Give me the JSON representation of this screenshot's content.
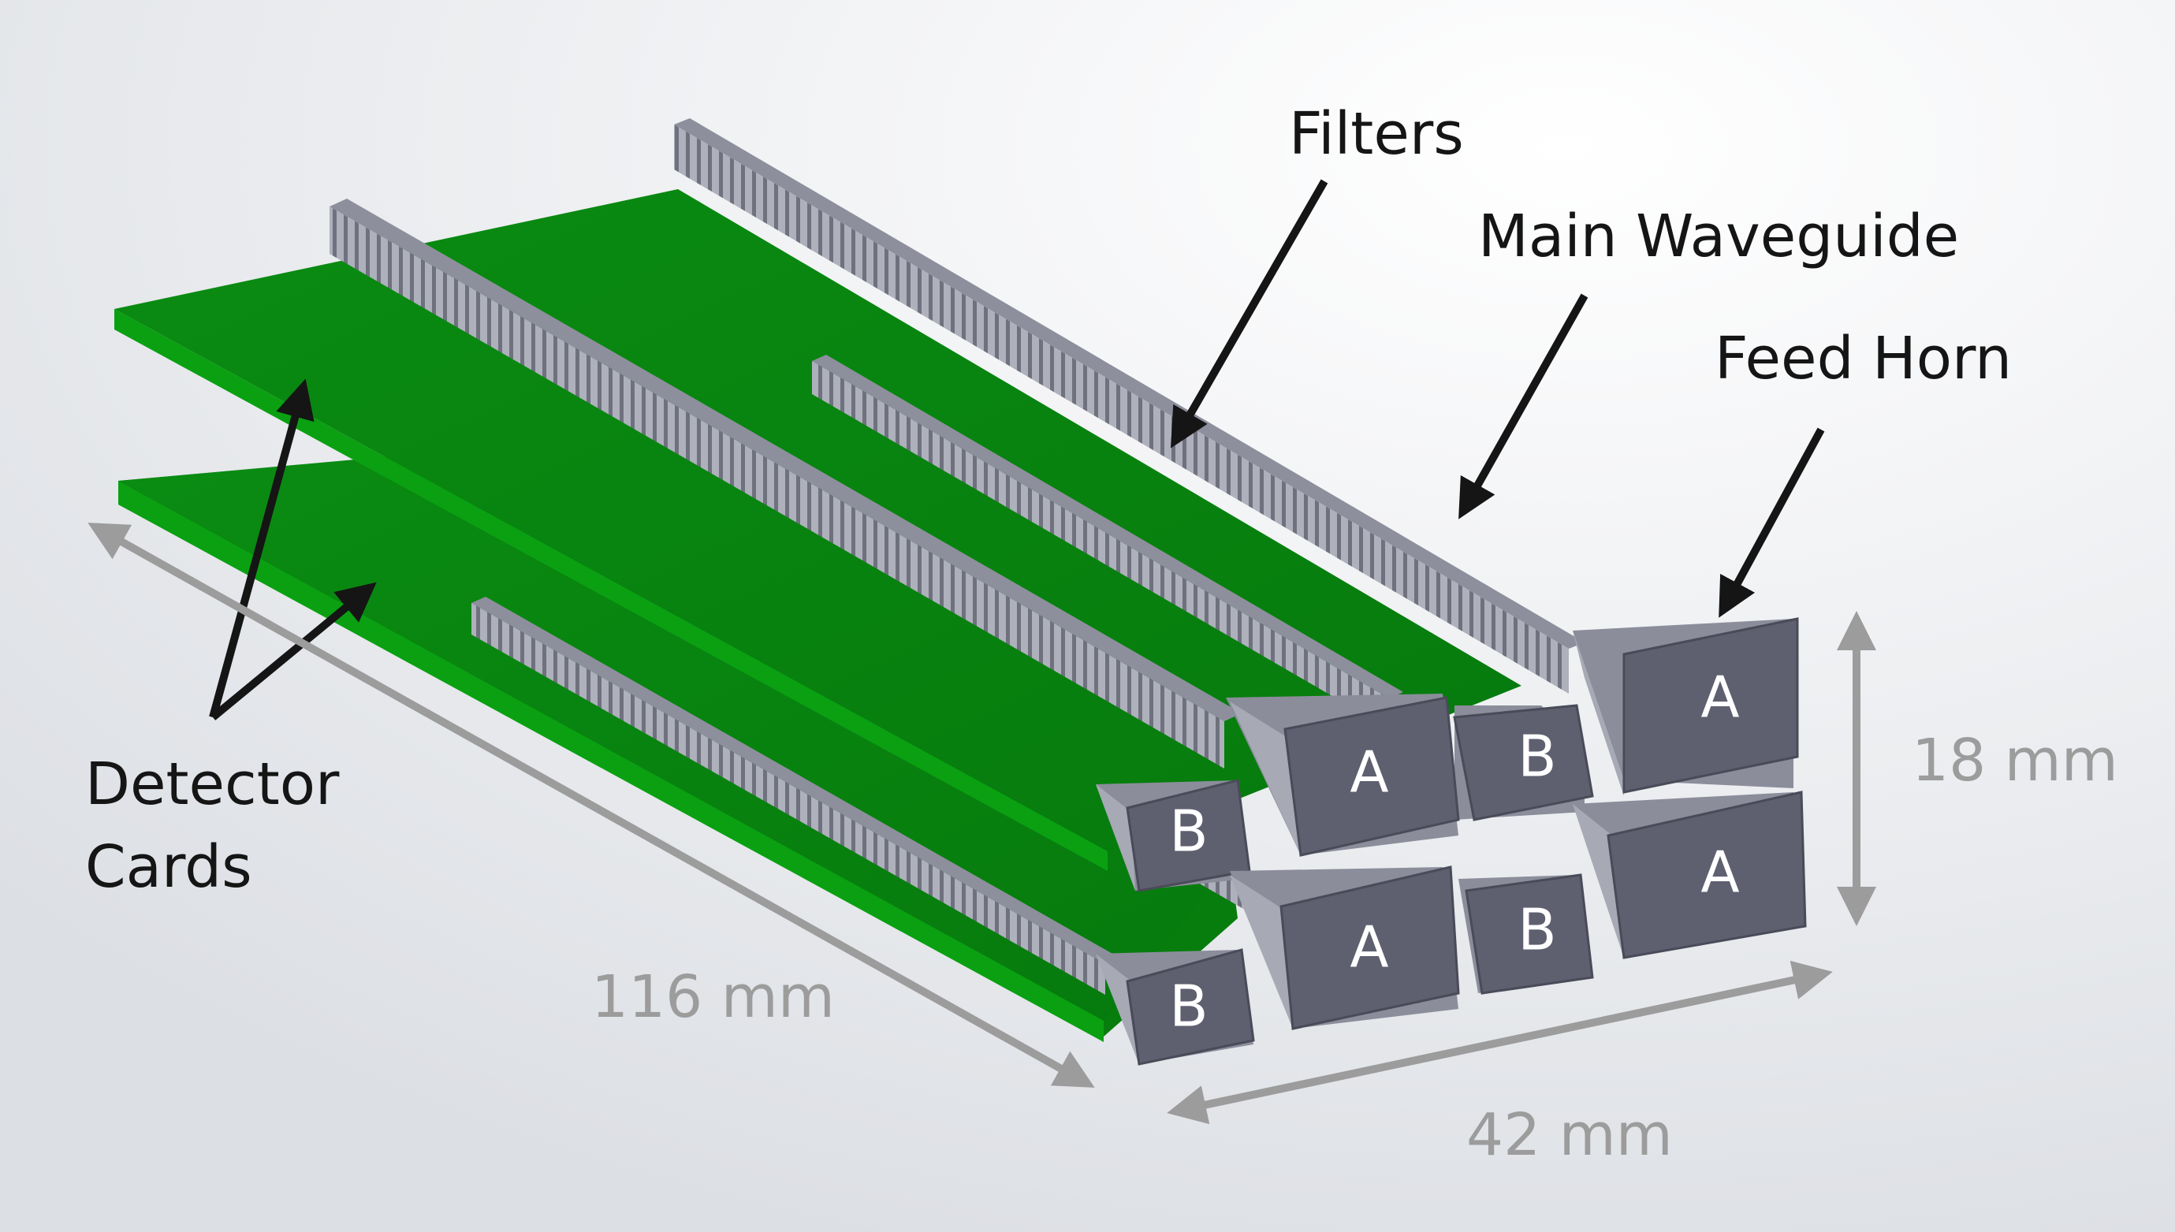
{
  "labels": {
    "filters": "Filters",
    "main_waveguide": "Main Waveguide",
    "feed_horn": "Feed Horn",
    "detector_cards_line1": "Detector",
    "detector_cards_line2": "Cards"
  },
  "dimensions": {
    "length": "116 mm",
    "width": "42 mm",
    "height": "18 mm"
  },
  "horns": {
    "a": "A",
    "b": "B"
  },
  "colors": {
    "background": "#eceef1",
    "card_green": "#0c8a14",
    "waveguide_gray": "#8d8f9c",
    "horn_face": "#5e5f6f",
    "arrow_black": "#151515",
    "dimension_gray": "#9c9c9c"
  }
}
